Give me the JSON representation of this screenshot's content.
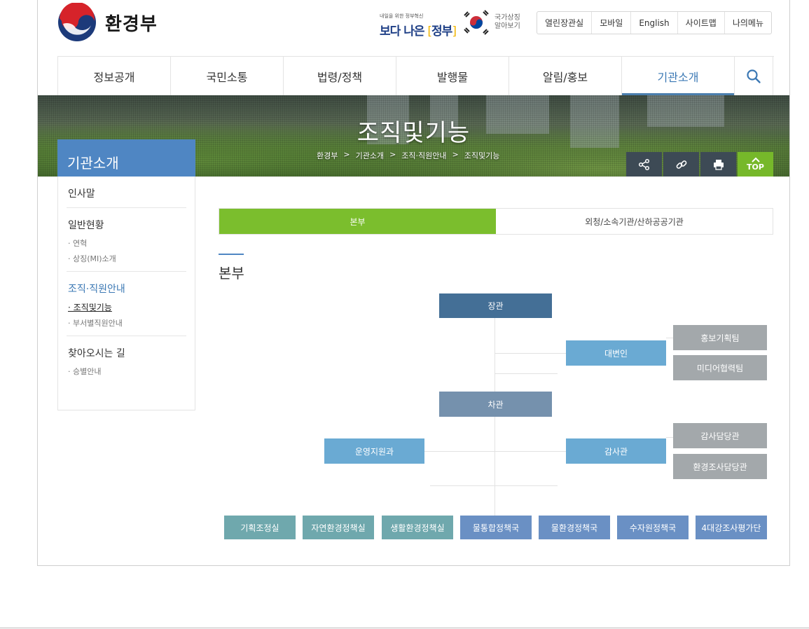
{
  "header": {
    "logo_text": "환경부",
    "better_gov_small": "내일을 위한 정부혁신",
    "better_gov_main": "보다 나은",
    "better_gov_word": "정부",
    "national_symbol_line1": "국가상징",
    "national_symbol_line2": "알아보기",
    "util_links": [
      "열린장관실",
      "모바일",
      "English",
      "사이트맵",
      "나의메뉴"
    ]
  },
  "gnb": {
    "items": [
      "정보공개",
      "국민소통",
      "법령/정책",
      "발행물",
      "알림/홍보",
      "기관소개"
    ],
    "active_index": 5
  },
  "visual": {
    "title": "조직및기능",
    "breadcrumb": [
      "환경부",
      "기관소개",
      "조직·직원안내",
      "조직및기능"
    ],
    "top_label": "TOP"
  },
  "lnb": {
    "title": "기관소개",
    "groups": [
      {
        "title": "인사말",
        "subs": []
      },
      {
        "title": "일반현황",
        "subs": [
          "· 연혁",
          "· 상징(MI)소개"
        ]
      },
      {
        "title": "조직·직원안내",
        "subs": [
          "· 조직및기능",
          "· 부서별직원안내"
        ]
      },
      {
        "title": "찾아오시는 길",
        "subs": [
          "· 승별안내"
        ]
      }
    ]
  },
  "tabs": [
    "본부",
    "외청/소속기관/산하공공기관"
  ],
  "section_title": "본부",
  "org": {
    "minister": "장관",
    "vice": "차관",
    "spokesperson": "대변인",
    "pr_team": "홍보기획팀",
    "media_team": "미디어협력팀",
    "support": "운영지원과",
    "auditor": "감사관",
    "audit_officer": "감사담당관",
    "env_audit_officer": "환경조사담당관",
    "offices": [
      "기획조정실",
      "자연환경정책실",
      "생활환경정책실",
      "물통합정책국",
      "물환경정책국",
      "수자원정책국",
      "4대강조사평가단"
    ]
  },
  "colors": {
    "accent_blue": "#4f86c3",
    "accent_green": "#7bbe2d",
    "minister": "#446f96"
  }
}
